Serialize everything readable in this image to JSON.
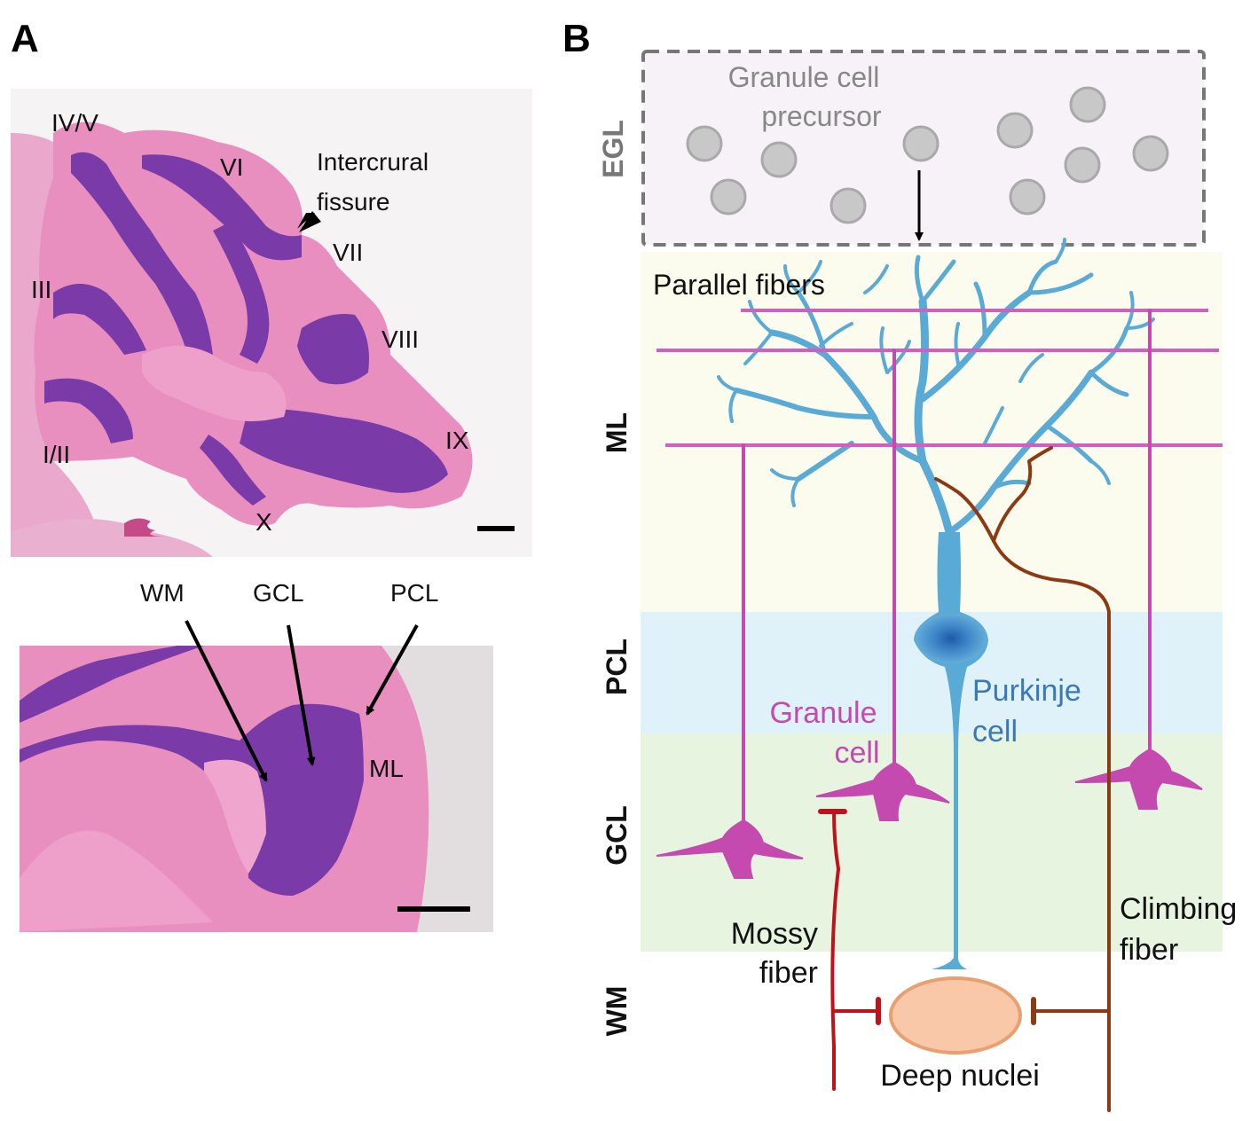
{
  "panelA": {
    "letter": "A",
    "lobules": [
      "IV/V",
      "VI",
      "VII",
      "VIII",
      "IX",
      "X",
      "I/II",
      "III"
    ],
    "fissure": [
      "Intercrural",
      "fissure"
    ],
    "zoom_labels": {
      "wm": "WM",
      "gcl": "GCL",
      "pcl": "PCL",
      "ml": "ML"
    }
  },
  "panelB": {
    "letter": "B",
    "precursor": [
      "Granule cell",
      "precursor"
    ],
    "parallel_fibers": "Parallel fibers",
    "layers": {
      "egl": "EGL",
      "ml": "ML",
      "pcl": "PCL",
      "gcl": "GCL",
      "wm": "WM"
    },
    "granule_cell": [
      "Granule",
      "cell"
    ],
    "purkinje_cell": [
      "Purkinje",
      "cell"
    ],
    "mossy_fiber": [
      "Mossy",
      "fiber"
    ],
    "climbing_fiber": [
      "Climbing",
      "fiber"
    ],
    "deep_nuclei": "Deep nuclei"
  },
  "colors": {
    "he_pink": "#e88fc0",
    "he_purple": "#7a3aa8",
    "granule_magenta": "#c44ab0",
    "purkinje_blue": "#5aaad6",
    "purkinje_label": "#3a78b8",
    "mossy_red": "#c0121a",
    "climbing_brown": "#8b3a14",
    "egl_bg": "#f7f1f8",
    "ml_bg": "#fbfcee",
    "pcl_bg": "#dff2fa",
    "gcl_bg": "#e6f4e0",
    "nucleus_fill": "#f8c8a8",
    "nucleus_stroke": "#e8a070"
  }
}
